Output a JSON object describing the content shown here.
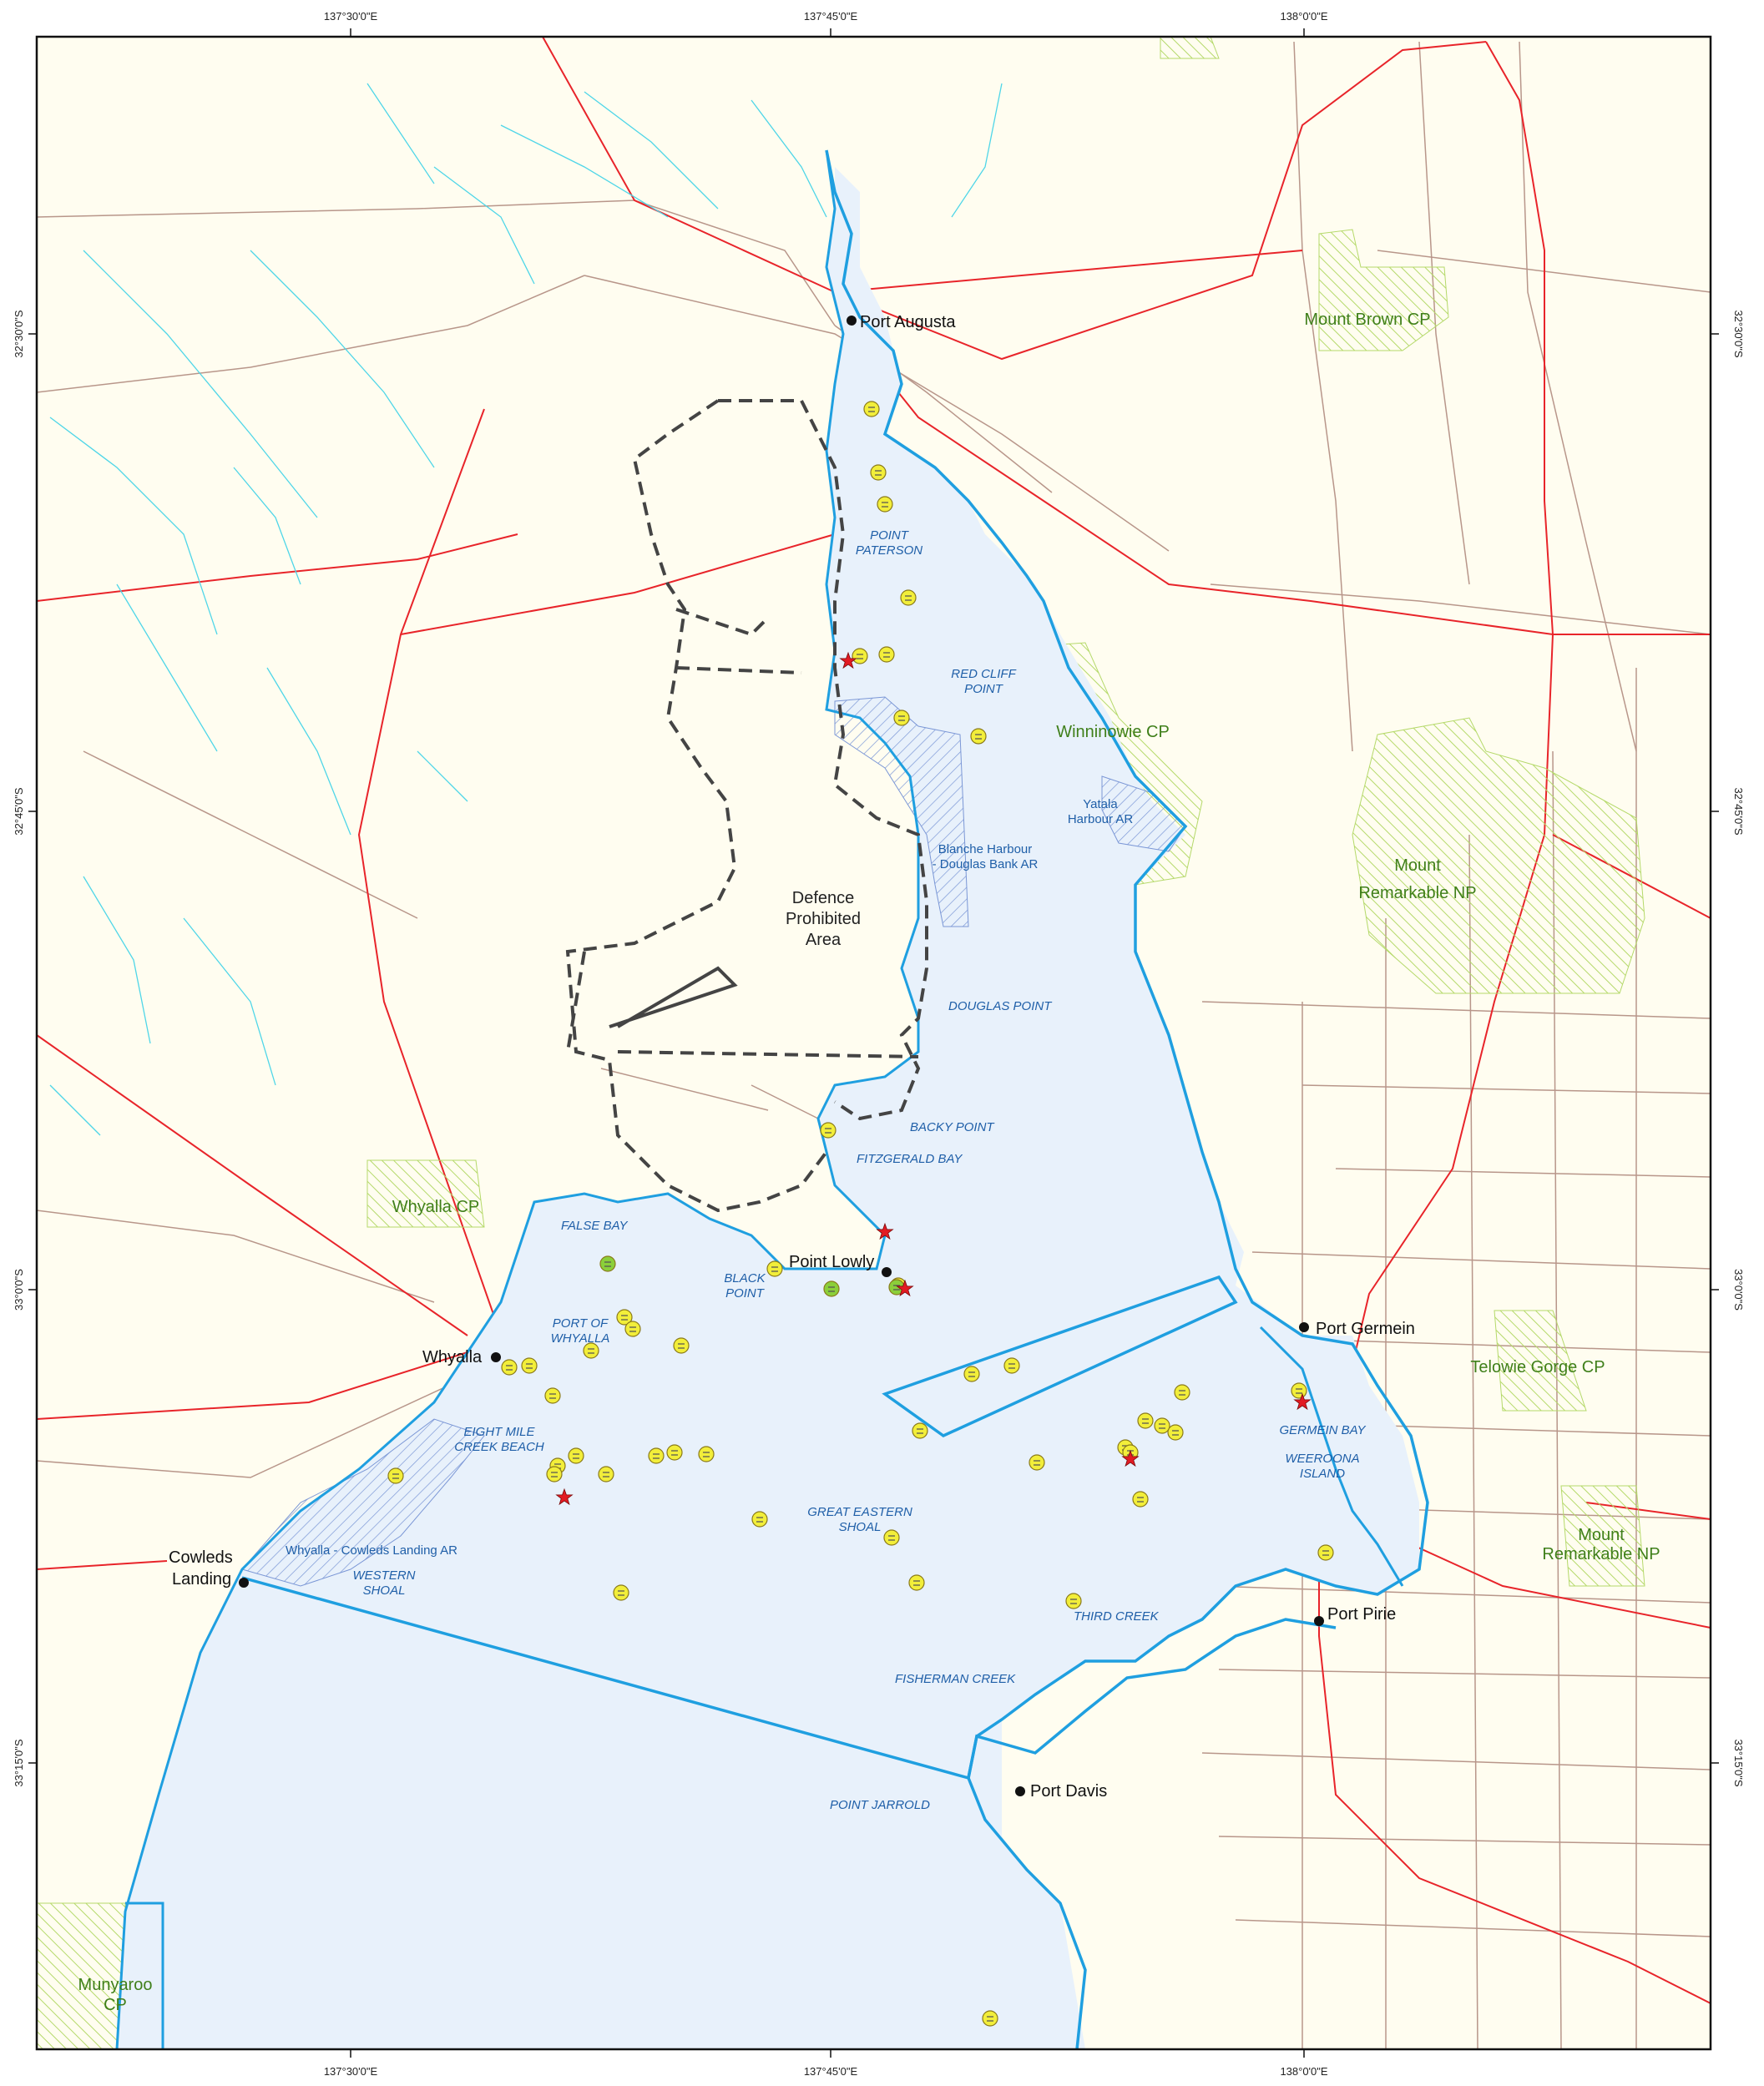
{
  "graticule": {
    "top": [
      "137°30'0\"E",
      "137°45'0\"E",
      "138°0'0\"E"
    ],
    "bottom": [
      "137°30'0\"E",
      "137°45'0\"E",
      "138°0'0\"E"
    ],
    "left": [
      "32°30'0\"S",
      "32°45'0\"S",
      "33°0'0\"S",
      "33°15'0\"S"
    ],
    "right": [
      "32°30'0\"S",
      "32°45'0\"S",
      "33°0'0\"S",
      "33°15'0\"S"
    ]
  },
  "towns": {
    "port_augusta": "Port Augusta",
    "point_lowly": "Point Lowly",
    "port_germein": "Port Germein",
    "whyalla": "Whyalla",
    "cowleds_landing_1": "Cowleds",
    "cowleds_landing_2": "Landing",
    "port_pirie": "Port Pirie",
    "port_davis": "Port Davis"
  },
  "places": {
    "point_paterson_1": "POINT",
    "point_paterson_2": "PATERSON",
    "red_cliff_1": "RED CLIFF",
    "red_cliff_2": "POINT",
    "douglas_point": "DOUGLAS POINT",
    "backy_point": "BACKY POINT",
    "fitzgerald_bay": "FITZGERALD BAY",
    "false_bay": "FALSE BAY",
    "black_point_1": "BLACK",
    "black_point_2": "POINT",
    "port_of_whyalla_1": "PORT OF",
    "port_of_whyalla_2": "WHYALLA",
    "eight_mile_1": "EIGHT MILE",
    "eight_mile_2": "CREEK BEACH",
    "great_eastern_1": "GREAT EASTERN",
    "great_eastern_2": "SHOAL",
    "western_shoal_1": "WESTERN",
    "western_shoal_2": "SHOAL",
    "germein_bay": "GERMEIN BAY",
    "weeroona_1": "WEEROONA",
    "weeroona_2": "ISLAND",
    "third_creek": "THIRD CREEK",
    "fisherman_creek": "FISHERMAN CREEK",
    "point_jarrold": "POINT JARROLD"
  },
  "aquatic_reserves": {
    "blanche_1": "Blanche Harbour",
    "blanche_2": "- Douglas Bank AR",
    "yatala_1": "Yatala",
    "yatala_2": "Harbour AR",
    "whyalla_cowleds": "Whyalla - Cowleds Landing AR"
  },
  "parks": {
    "mount_brown": "Mount Brown CP",
    "winninowie": "Winninowie CP",
    "mount_remarkable_np_1": "Mount",
    "mount_remarkable_np_2": "Remarkable NP",
    "whyalla_cp": "Whyalla CP",
    "telowie": "Telowie Gorge CP",
    "mount_remarkable_2_1": "Mount",
    "mount_remarkable_2_2": "Remarkable NP",
    "munyaroo_1": "Munyaroo",
    "munyaroo_2": "CP"
  },
  "defence": {
    "line1": "Defence",
    "line2": "Prohibited",
    "line3": "Area"
  },
  "colors": {
    "land": "#fffdf0",
    "sea": "#e8f1fb",
    "coast": "#1f9fe0",
    "road": "#e8242a",
    "track": "#b8968a",
    "park_hatch": "#b5d96a",
    "ar_hatch": "#7b97d6",
    "marker_yellow": "#f2ee3a",
    "marker_green": "#8bcf3a",
    "star": "#e21b23",
    "defence_line": "#444444"
  }
}
